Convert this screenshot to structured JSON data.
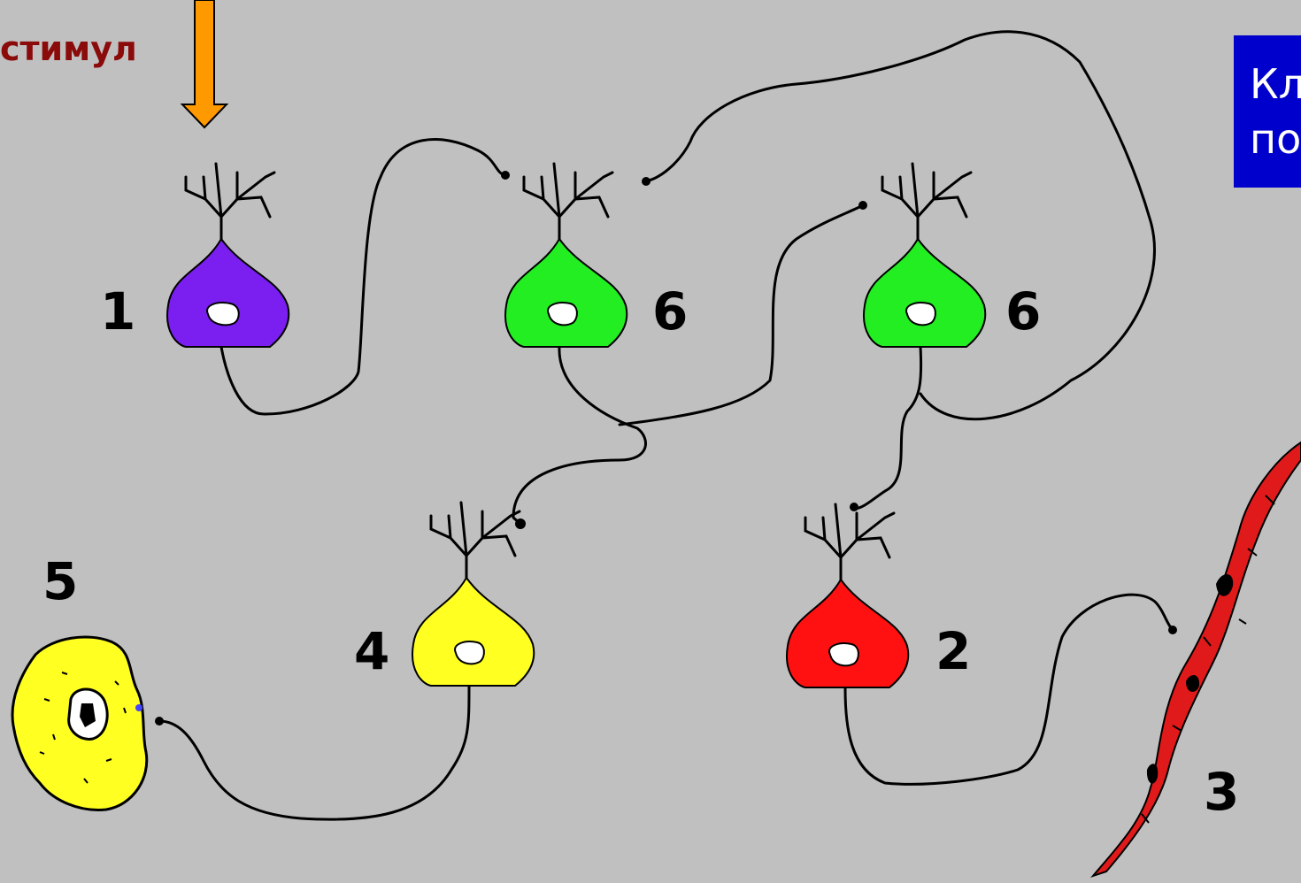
{
  "stimulus": "стимул",
  "callout_lines": [
    "Кл",
    "по"
  ],
  "labels": {
    "n1": "1",
    "n6a": "6",
    "n6b": "6",
    "n4": "4",
    "n2": "2",
    "n5": "5",
    "n3": "3"
  },
  "colors": {
    "background": "#c0c0c0",
    "neuron_1": "#7a1ff0",
    "neuron_6": "#22ee22",
    "neuron_4": "#ffff22",
    "neuron_2": "#ff1111",
    "cell_5": "#ffff22",
    "muscle_3": "#e01a1a",
    "arrow": "#ff9900",
    "stimulus_text": "#8b0a0a",
    "callout_bg": "#0000cc"
  }
}
